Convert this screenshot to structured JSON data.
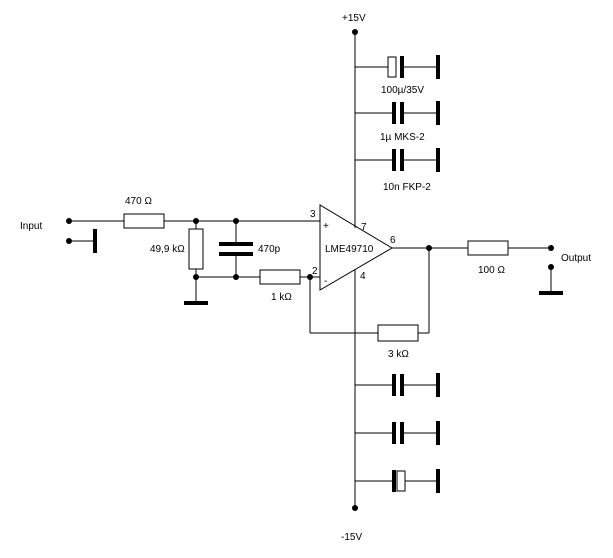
{
  "rails": {
    "positive": "+15V",
    "negative": "-15V"
  },
  "ports": {
    "input": "Input",
    "output": "Output"
  },
  "opamp": {
    "name": "LME49710",
    "pin_noninverting": "3",
    "pin_inverting": "2",
    "pin_vplus": "7",
    "pin_vminus": "4",
    "pin_out": "6",
    "sign_plus": "+",
    "sign_minus": "-"
  },
  "components": {
    "r_input": "470 Ω",
    "r_shunt": "49,9 kΩ",
    "c_filter": "470p",
    "r_inverting": "1 kΩ",
    "r_feedback": "3 kΩ",
    "r_output": "100 Ω",
    "c_decouple_1": "100µ/35V",
    "c_decouple_2": "1µ MKS-2",
    "c_decouple_3": "10n FKP-2"
  }
}
